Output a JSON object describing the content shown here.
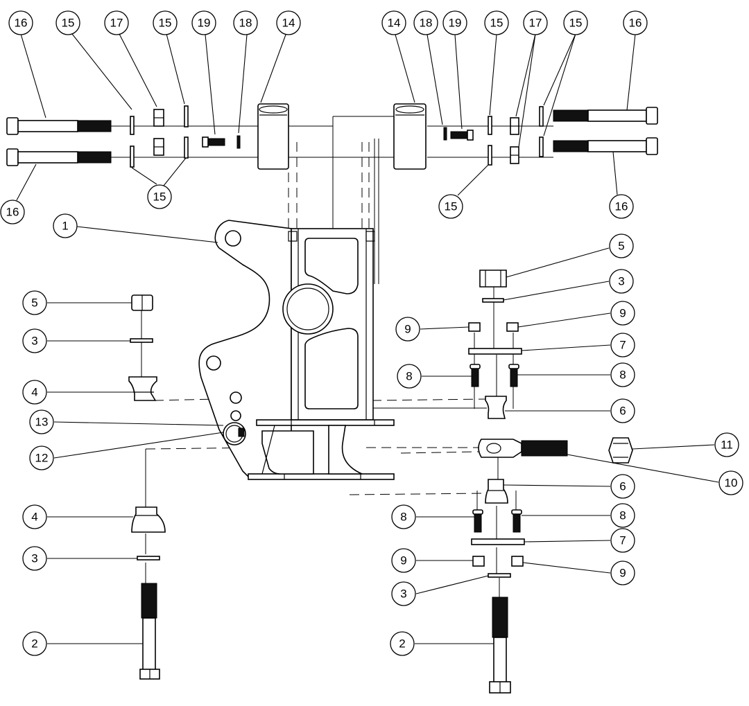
{
  "diagram": {
    "callouts": [
      {
        "id": "c16a",
        "label": "16"
      },
      {
        "id": "c15a",
        "label": "15"
      },
      {
        "id": "c17a",
        "label": "17"
      },
      {
        "id": "c15b",
        "label": "15"
      },
      {
        "id": "c19a",
        "label": "19"
      },
      {
        "id": "c18a",
        "label": "18"
      },
      {
        "id": "c14a",
        "label": "14"
      },
      {
        "id": "c14b",
        "label": "14"
      },
      {
        "id": "c18b",
        "label": "18"
      },
      {
        "id": "c19b",
        "label": "19"
      },
      {
        "id": "c15c",
        "label": "15"
      },
      {
        "id": "c17b",
        "label": "17"
      },
      {
        "id": "c15d",
        "label": "15"
      },
      {
        "id": "c16b",
        "label": "16"
      },
      {
        "id": "c15e",
        "label": "15"
      },
      {
        "id": "c16c",
        "label": "16"
      },
      {
        "id": "c15f",
        "label": "15"
      },
      {
        "id": "c16d",
        "label": "16"
      },
      {
        "id": "c1",
        "label": "1"
      },
      {
        "id": "c5a",
        "label": "5"
      },
      {
        "id": "c3a",
        "label": "3"
      },
      {
        "id": "c4a",
        "label": "4"
      },
      {
        "id": "c13",
        "label": "13"
      },
      {
        "id": "c12",
        "label": "12"
      },
      {
        "id": "c4b",
        "label": "4"
      },
      {
        "id": "c3b",
        "label": "3"
      },
      {
        "id": "c2a",
        "label": "2"
      },
      {
        "id": "c5b",
        "label": "5"
      },
      {
        "id": "c3c",
        "label": "3"
      },
      {
        "id": "c9a",
        "label": "9"
      },
      {
        "id": "c9b",
        "label": "9"
      },
      {
        "id": "c7a",
        "label": "7"
      },
      {
        "id": "c8a",
        "label": "8"
      },
      {
        "id": "c8b",
        "label": "8"
      },
      {
        "id": "c6a",
        "label": "6"
      },
      {
        "id": "c11",
        "label": "11"
      },
      {
        "id": "c10",
        "label": "10"
      },
      {
        "id": "c6b",
        "label": "6"
      },
      {
        "id": "c8c",
        "label": "8"
      },
      {
        "id": "c8d",
        "label": "8"
      },
      {
        "id": "c7b",
        "label": "7"
      },
      {
        "id": "c9c",
        "label": "9"
      },
      {
        "id": "c9d",
        "label": "9"
      },
      {
        "id": "c3d",
        "label": "3"
      },
      {
        "id": "c2b",
        "label": "2"
      }
    ]
  }
}
